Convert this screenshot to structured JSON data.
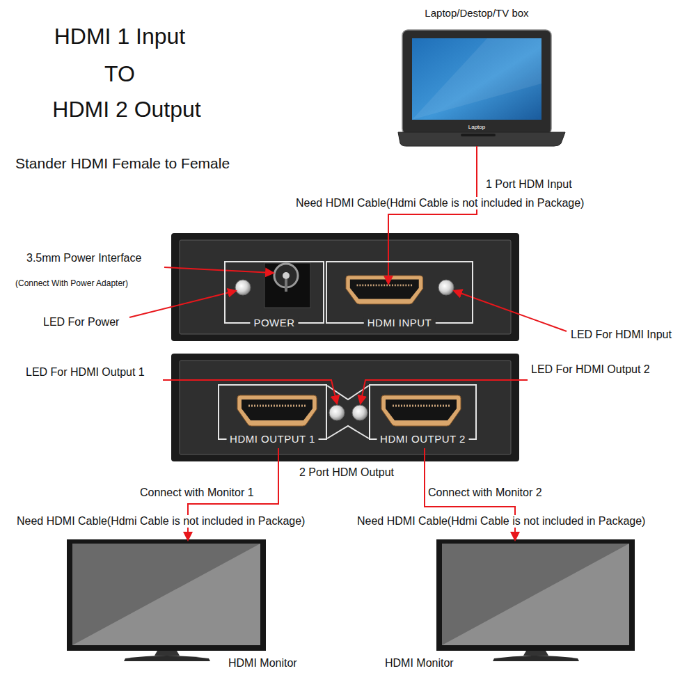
{
  "diagram": {
    "nodes": [
      {
        "text": [
          "Laptop/Destop/TV box",
          "Laptop"
        ]
      },
      {
        "text": [
          "POWER"
        ]
      },
      {
        "text": [
          "HDMI INPUT"
        ]
      },
      {
        "text": [
          "HDMI OUTPUT 1"
        ]
      },
      {
        "text": [
          "HDMI OUTPUT 2"
        ]
      },
      {
        "text": [
          "HDMI Monitor"
        ]
      },
      {
        "text": [
          "HDMI Monitor"
        ]
      }
    ],
    "edges": [
      {
        "from": 0,
        "to": 2,
        "arrow": "to"
      },
      {
        "from": 3,
        "to": 5,
        "arrow": "to"
      },
      {
        "from": 4,
        "to": 6,
        "arrow": "to"
      }
    ],
    "labels": [
      "HDMI 1 Input",
      "TO",
      "HDMI 2 Output",
      "Stander HDMI Female to Female",
      "1 Port HDM Input",
      "Need HDMI Cable(Hdmi Cable is not included in Package)",
      "3.5mm Power Interface",
      "(Connect With Power Adapter)",
      "LED For Power",
      "LED For HDMI Input",
      "LED For HDMI Output 1",
      "LED For HDMI Output 2",
      "2 Port HDM Output",
      "Connect with Monitor 1",
      "Need HDMI Cable(Hdmi Cable is not included in Package)",
      "Connect with Monitor 2",
      "Need HDMI Cable(Hdmi Cable is not included in Package)"
    ]
  }
}
